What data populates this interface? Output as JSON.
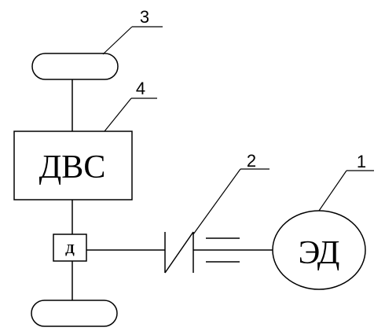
{
  "diagram": {
    "blocks": {
      "engine": {
        "label": "ДВС"
      },
      "motor": {
        "label": "ЭД"
      },
      "differential": {
        "label": "Д"
      }
    },
    "callouts": [
      "1",
      "2",
      "3",
      "4"
    ]
  }
}
